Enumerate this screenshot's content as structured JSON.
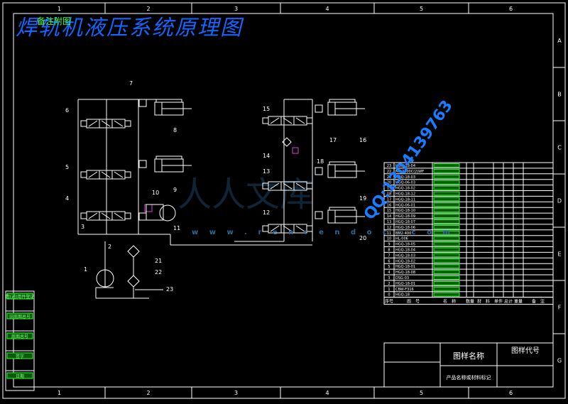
{
  "drawing": {
    "title": "焊轨机液压系统原理图",
    "title_badge": "备注附图",
    "border_numbers_top": [
      "1",
      "2",
      "3",
      "4",
      "5",
      "6"
    ],
    "border_numbers_bottom": [
      "1",
      "2",
      "3",
      "4",
      "5",
      "6"
    ],
    "border_letters_right": [
      "A",
      "B",
      "C",
      "D",
      "E",
      "F",
      "G"
    ]
  },
  "components": {
    "labels": [
      "1",
      "2",
      "3",
      "4",
      "5",
      "6",
      "7",
      "8",
      "9",
      "10",
      "11",
      "12",
      "13",
      "14",
      "15",
      "16",
      "17",
      "18",
      "19",
      "20",
      "21",
      "22",
      "23"
    ]
  },
  "parts_table": {
    "rows": [
      {
        "no": "23",
        "code": "HGQ-18-04"
      },
      {
        "no": "22",
        "code": "MF-2100C(2)WF"
      },
      {
        "no": "21",
        "code": "HGQ-18-03"
      },
      {
        "no": "20",
        "code": "HGQ-06-03"
      },
      {
        "no": "19",
        "code": "HGQ-18-02"
      },
      {
        "no": "18",
        "code": "HGQ-18-12"
      },
      {
        "no": "17",
        "code": "HGQ-18-11"
      },
      {
        "no": "16",
        "code": "HGQ-06-01"
      },
      {
        "no": "15",
        "code": "HGQ-18-10"
      },
      {
        "no": "14",
        "code": "HGQ-18-09"
      },
      {
        "no": "13",
        "code": "HGQ-18-07"
      },
      {
        "no": "12",
        "code": "HGQ-18-06"
      },
      {
        "no": "11",
        "code": "BM2-400"
      },
      {
        "no": "10",
        "code": "HL-006"
      },
      {
        "no": "9",
        "code": "HGQ-18-05"
      },
      {
        "no": "8",
        "code": "HGQ-18-04"
      },
      {
        "no": "7",
        "code": "HGQ-18-03"
      },
      {
        "no": "6",
        "code": "HGQ-18-02"
      },
      {
        "no": "5",
        "code": "HGQ-18-01"
      },
      {
        "no": "4",
        "code": "HGQ-18-08"
      },
      {
        "no": "3",
        "code": "DSG-03"
      },
      {
        "no": "2",
        "code": "HGQ-18-01"
      },
      {
        "no": "1",
        "code": "CBW-F316"
      },
      {
        "no": "0",
        "code": "HGQ-18"
      }
    ],
    "header": [
      "序号",
      "图　号",
      "名　称",
      "数量",
      "材　料",
      "单件",
      "总计",
      "重量",
      "备　注"
    ]
  },
  "title_block": {
    "drawing_name_label": "图样名称",
    "drawing_code_label": "图样代号",
    "product_label": "产品名称或材料标记"
  },
  "left_stamp": [
    "借(通)用件登记",
    "旧底图总号",
    "底图总号",
    "签字",
    "日期"
  ],
  "watermark": {
    "logo": "人人文库",
    "qq": "QQ:1304139763",
    "site": "w w w . r e n r e n d o c . c o m"
  }
}
